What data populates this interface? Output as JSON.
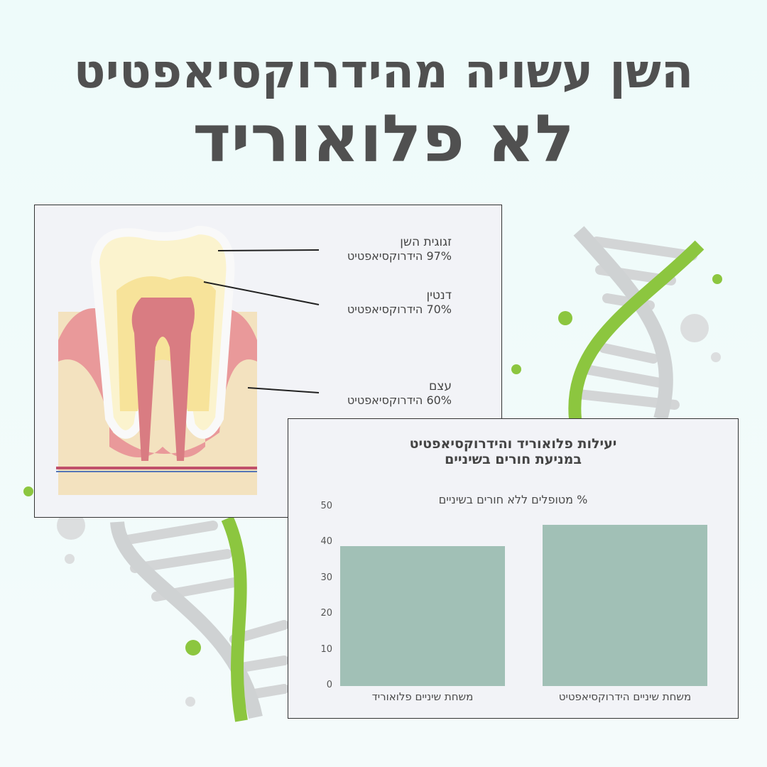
{
  "header": {
    "line1": "השן עשויה מהידרוקסיאפטיט",
    "line2": "לא פלואוריד"
  },
  "tooth_diagram": {
    "labels": [
      {
        "title": "זגוגית השן",
        "subtitle": "97% הידרוקסיאפטיט"
      },
      {
        "title": "דנטין",
        "subtitle": "70% הידרוקסיאפטיט"
      },
      {
        "title": "עצם",
        "subtitle": "60% הידרוקסיאפטיט"
      }
    ]
  },
  "colors": {
    "bar": "#a1c0b6",
    "dna_green": "#8cc63f"
  },
  "chart_data": {
    "type": "bar",
    "title": "יעילות פלואוריד והידרוקסיאפטיט במניעת חורים בשיניים",
    "title_lines": [
      "יעילות פלואוריד והידרוקסיאפטיט",
      "במניעת חורים בשיניים"
    ],
    "ylabel": "% מטופלים ללא חורים בשיניים",
    "categories": [
      "משחת שיניים פלואוריד",
      "משחת שיניים הידרוקסיאפטיט"
    ],
    "values": [
      39,
      45
    ],
    "ylim": [
      0,
      50
    ],
    "yticks": [
      "0",
      "10",
      "20",
      "30",
      "40",
      "50"
    ],
    "grid": false
  }
}
